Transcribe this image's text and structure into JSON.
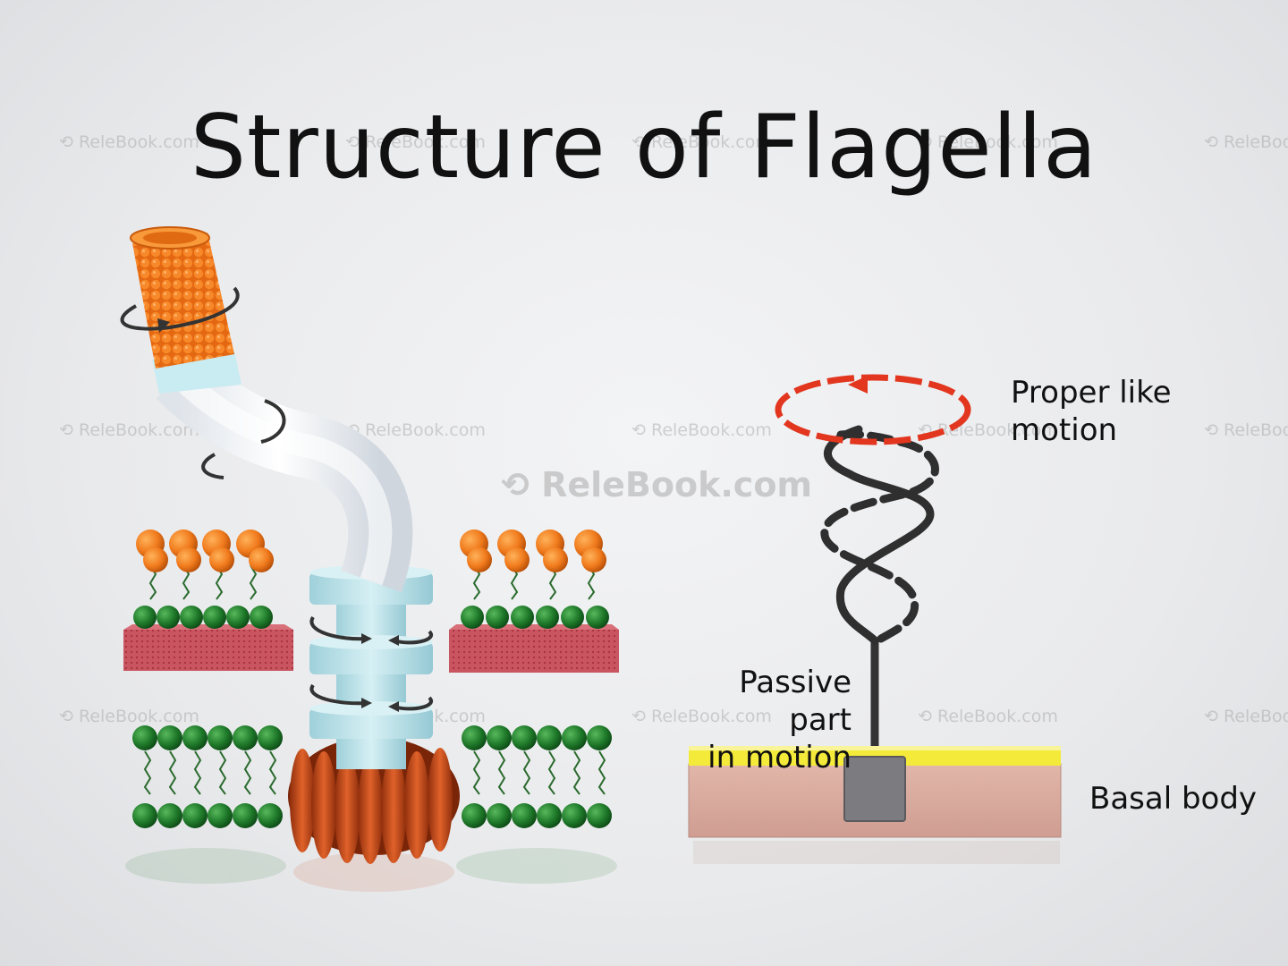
{
  "title": "Structure of Flagella",
  "labels": {
    "proper_line1": "Proper like",
    "proper_line2": "motion",
    "passive_line1": "Passive part",
    "passive_line2": "in motion",
    "basal": "Basal body"
  },
  "watermark": {
    "text": "ReleBook.com",
    "big_text": "ReleBook.com"
  },
  "colors": {
    "filament_orange": "#f07a1c",
    "hook_white": "#f4f6f8",
    "motor_blue": "#bfe3ea",
    "motor_red": "#c9481a",
    "lipid_green": "#1f7a2a",
    "membrane_red": "#b8404a",
    "basal_yellow": "#f3ea3a",
    "basal_pink": "#d8aaa0",
    "motion_red": "#e2361e"
  },
  "icons": [
    "rotation-arrow-icon",
    "motion-arrow-icon",
    "watermark-logo-icon"
  ]
}
